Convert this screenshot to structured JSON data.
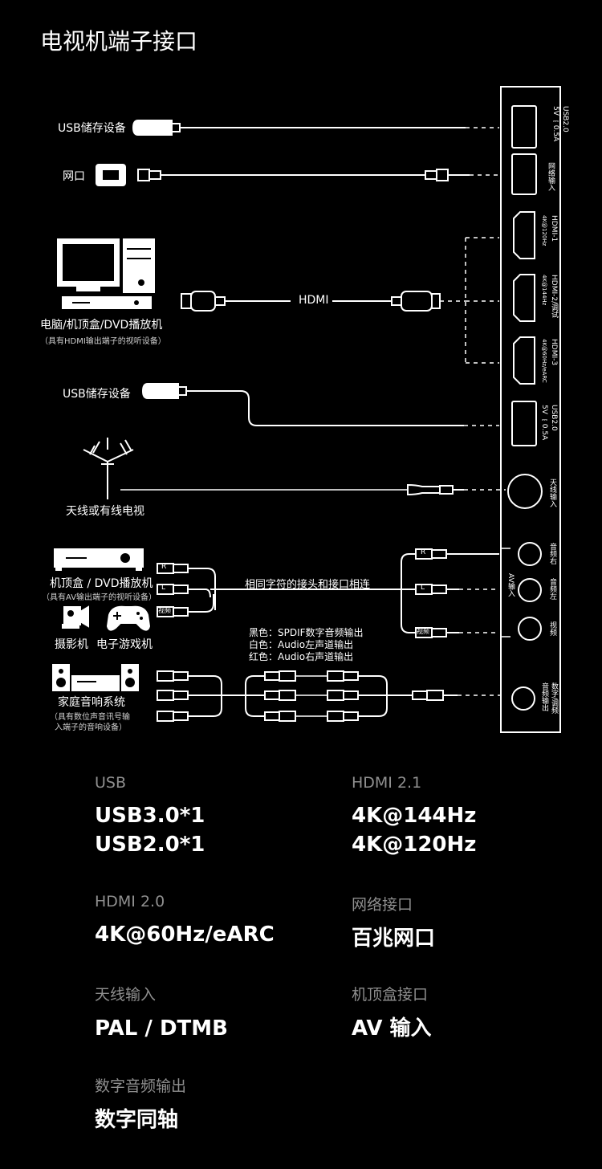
{
  "title": "电视机端子接口",
  "devices": {
    "usb_top": "USB储存设备",
    "lan": "网口",
    "pc": "电脑/机顶盒/DVD播放机",
    "pc_sub": "（具有HDMI输出端子的视听设备）",
    "hdmi_cable": "HDMI",
    "usb_mid": "USB储存设备",
    "antenna": "天线或有线电视",
    "av_box": "机顶盒 / DVD播放机",
    "av_box_sub": "（具有AV输出端子的视听设备）",
    "camcorder": "摄影机",
    "gamepad": "电子游戏机",
    "same_label": "相同字符的接头和接口相连",
    "audio_note": [
      "黑色：SPDIF数字音频输出",
      "白色：Audio左声道输出",
      "红色：Audio右声道输出"
    ],
    "hifi": "家庭音响系统",
    "hifi_sub": [
      "（具有数位声音讯号输",
      "入端子的音响设备）"
    ],
    "plug_r": "R",
    "plug_l": "L",
    "plug_video": "视频"
  },
  "ports": {
    "usb_top": [
      "USB2.0",
      "5V ⎓0.5A"
    ],
    "lan": "网络输入",
    "hdmi1": [
      "HDMI-1",
      "4K@120Hz"
    ],
    "hdmi2": [
      "HDMI-2/调试",
      "4K@144Hz"
    ],
    "hdmi3": [
      "HDMI-3",
      "4K@60Hz/eARC"
    ],
    "usb_mid": [
      "USB2.0",
      "5V ⎓0.5A"
    ],
    "antenna": "天线输入",
    "audio_r": "音频右",
    "audio_l": "音频左",
    "video": "视频",
    "av_group": "AV输入",
    "coax": [
      "数字/调频",
      "音频输出"
    ]
  },
  "specs": [
    {
      "key": "USB",
      "value": [
        "USB3.0*1",
        "USB2.0*1"
      ]
    },
    {
      "key": "HDMI 2.1",
      "value": [
        "4K@144Hz",
        "4K@120Hz"
      ]
    },
    {
      "key": "HDMI 2.0",
      "value": [
        "4K@60Hz/eARC"
      ]
    },
    {
      "key": "网络接口",
      "value": [
        "百兆网口"
      ]
    },
    {
      "key": "天线输入",
      "value": [
        "PAL / DTMB"
      ]
    },
    {
      "key": "机顶盒接口",
      "value": [
        "AV 输入"
      ]
    },
    {
      "key": "数字音频输出",
      "value": [
        "数字同轴"
      ]
    }
  ]
}
